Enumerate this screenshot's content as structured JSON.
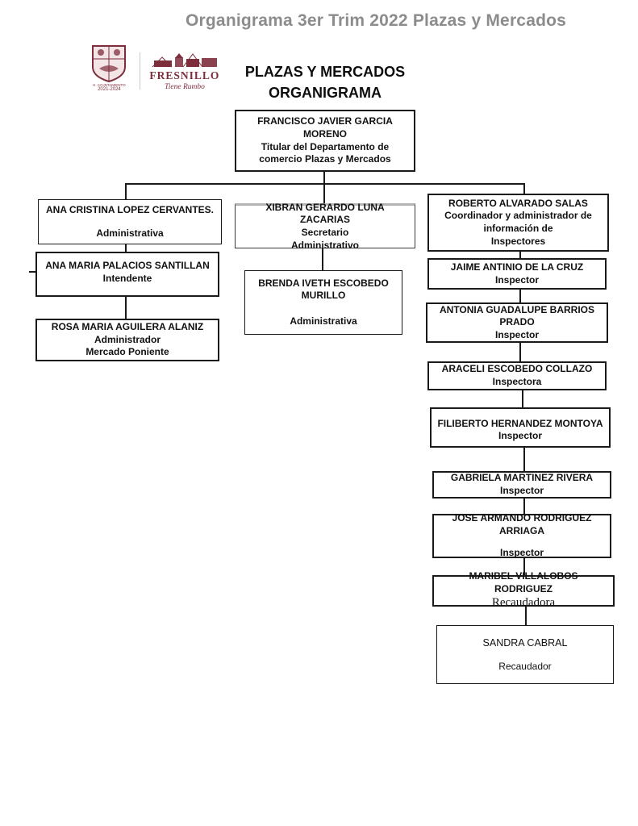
{
  "page": {
    "header_title": "Organigrama 3er Trim 2022 Plazas y Mercados",
    "heading_line1": "PLAZAS Y MERCADOS",
    "heading_line2": "ORGANIGRAMA"
  },
  "logo": {
    "crest_caption": "H. AYUNTAMIENTO",
    "crest_years": "2021-2024",
    "wordmark": "FRESNILLO",
    "tagline": "Tiene Rumbo",
    "brand_color": "#7e2d3c"
  },
  "colors": {
    "header_title_gray": "#8c8c8c",
    "box_border": "#1a1a1a"
  },
  "org": {
    "francisco": {
      "name": "FRANCISCO JAVIER GARCIA MORENO",
      "role": "Titular del Departamento de comercio Plazas y Mercados"
    },
    "ana_cristina": {
      "name": "ANA CRISTINA LOPEZ CERVANTES.",
      "role": "Administrativa"
    },
    "ana_maria": {
      "name": "ANA MARIA PALACIOS SANTILLAN",
      "role": "Intendente"
    },
    "rosa_maria": {
      "name": "ROSA MARIA AGUILERA ALANIZ",
      "role": "Administrador\nMercado Poniente"
    },
    "xibran": {
      "name": "XIBRAN GERARDO LUNA ZACARIAS",
      "role": "Secretario\nAdministrativo"
    },
    "brenda": {
      "name": "BRENDA IVETH ESCOBEDO\nMURILLO",
      "role": "Administrativa"
    },
    "roberto": {
      "name": "ROBERTO ALVARADO SALAS",
      "role": "Coordinador y administrador de información de\nInspectores"
    },
    "jaime": {
      "name": "JAIME ANTINIO DE LA CRUZ",
      "role": "Inspector"
    },
    "antonia": {
      "name": "ANTONIA GUADALUPE BARRIOS PRADO",
      "role": "Inspector"
    },
    "araceli": {
      "name": "ARACELI ESCOBEDO COLLAZO",
      "role": "Inspectora"
    },
    "filiberto": {
      "name": "FILIBERTO HERNANDEZ MONTOYA",
      "role": "Inspector"
    },
    "gabriela": {
      "name": "GABRIELA MARTINEZ RIVERA",
      "role": "Inspector"
    },
    "jose": {
      "name": "JOSE ARMANDO RODRIGUEZ ARRIAGA",
      "role": "Inspector"
    },
    "maribel": {
      "name": "MARIBEL VILLALOBOS RODRIGUEZ",
      "role": "Recaudadora"
    },
    "sandra": {
      "name": "SANDRA CABRAL",
      "role": "Recaudador"
    }
  }
}
